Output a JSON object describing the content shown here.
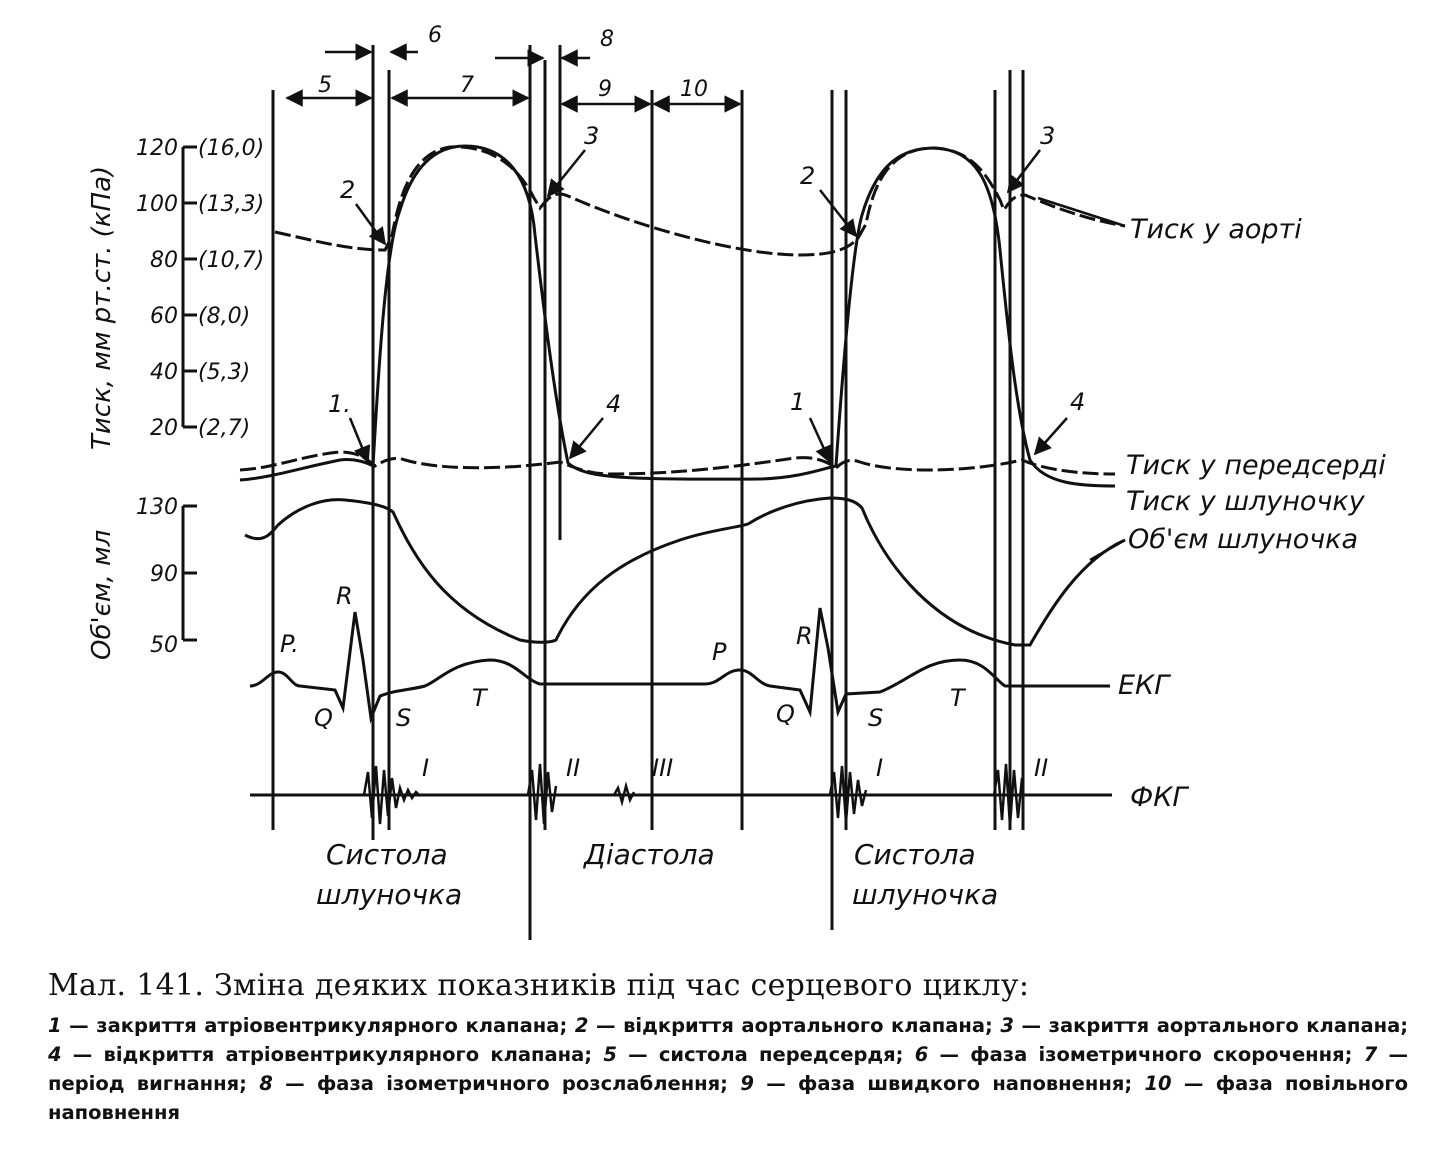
{
  "diagram": {
    "phase_numbers": [
      "5",
      "6",
      "7",
      "8",
      "9",
      "10"
    ],
    "pressure_axis": {
      "title": "Тиск, мм рт.ст. (кПа)",
      "ticks": [
        "120",
        "100",
        "80",
        "60",
        "40",
        "20"
      ],
      "kpa": [
        "(16,0)",
        "(13,3)",
        "(10,7)",
        "(8,0)",
        "(5,3)",
        "(2,7)"
      ]
    },
    "volume_axis": {
      "title": "Об'єм, мл",
      "ticks": [
        "130",
        "90",
        "50"
      ]
    },
    "point_labels": {
      "p1": "1.",
      "p2": "2",
      "p3": "3",
      "p4": "4",
      "p1b": "1",
      "p2b": "2",
      "p3b": "3",
      "p4b": "4"
    },
    "ecg_waves": {
      "P": "P.",
      "Q": "Q",
      "R": "R",
      "S": "S",
      "T": "T",
      "P2": "P",
      "Q2": "Q",
      "R2": "R",
      "S2": "S",
      "T2": "T"
    },
    "heart_sounds": {
      "I": "I",
      "II": "II",
      "III": "III",
      "I2": "I",
      "II2": "II"
    },
    "curve_labels": {
      "aorta": "Тиск у аорті",
      "atrium": "Тиск у передсерді",
      "ventricle": "Тиск у шлуночку",
      "volume": "Об'єм шлуночка",
      "ecg": "ЕКГ",
      "pcg": "ФКГ"
    },
    "cycle_labels": {
      "systole1_line1": "Систола",
      "systole1_line2": "шлуночка",
      "diastole": "Діастола",
      "systole2_line1": "Систола",
      "systole2_line2": "шлуночка"
    }
  },
  "caption": {
    "title": "Мал. 141. Зміна деяких показників під час серцевого циклу:",
    "items": [
      {
        "num": "1",
        "text": "закриття атріовентрикулярного клапана;"
      },
      {
        "num": "2",
        "text": "відкриття аортального клапана;"
      },
      {
        "num": "3",
        "text": "закриття аортального клапана;"
      },
      {
        "num": "4",
        "text": "відкриття атріовентрикулярного клапана;"
      },
      {
        "num": "5",
        "text": "систола передсердя;"
      },
      {
        "num": "6",
        "text": "фаза ізометричного скорочення;"
      },
      {
        "num": "7",
        "text": "період вигнання;"
      },
      {
        "num": "8",
        "text": "фаза ізометричного розслаблення;"
      },
      {
        "num": "9",
        "text": "фаза швидкого наповнення;"
      },
      {
        "num": "10",
        "text": "фаза повільного наповнення"
      }
    ]
  }
}
